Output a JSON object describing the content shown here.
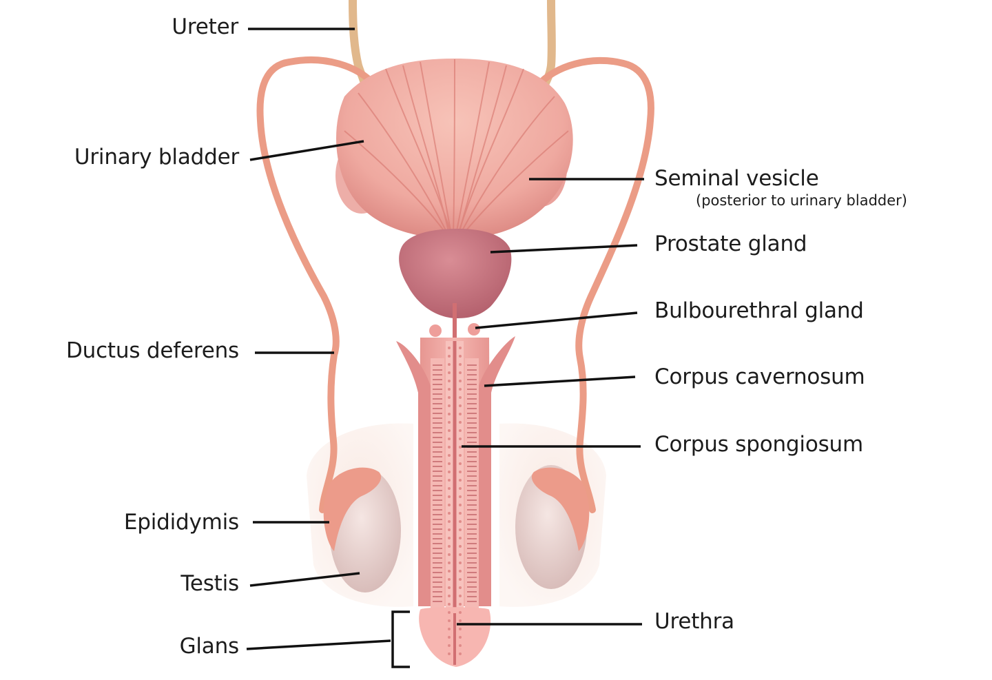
{
  "labels": {
    "ureter": "Ureter",
    "urinary_bladder": "Urinary bladder",
    "ductus_deferens": "Ductus deferens",
    "epididymis": "Epididymis",
    "testis": "Testis",
    "glans": "Glans",
    "seminal_vesicle": "Seminal vesicle",
    "seminal_vesicle_note": "(posterior to urinary bladder)",
    "prostate_gland": "Prostate gland",
    "bulbourethral_gland": "Bulbourethral gland",
    "corpus_cavernosum": "Corpus cavernosum",
    "corpus_spongiosum": "Corpus spongiosum",
    "urethra": "Urethra"
  },
  "colors": {
    "bladder": "#efa9a0",
    "bladder_stripes": "#d97a72",
    "prostate": "#c9737e",
    "duct": "#eb9c86",
    "ureter": "#e1b88c",
    "testis": "#eddad8",
    "scrotum": "#f6e3dc",
    "shaft": "#f2aaa7",
    "cavernosum": "#e59290",
    "spongiosum": "#f5b3ae",
    "leader_lines": "#111111"
  }
}
